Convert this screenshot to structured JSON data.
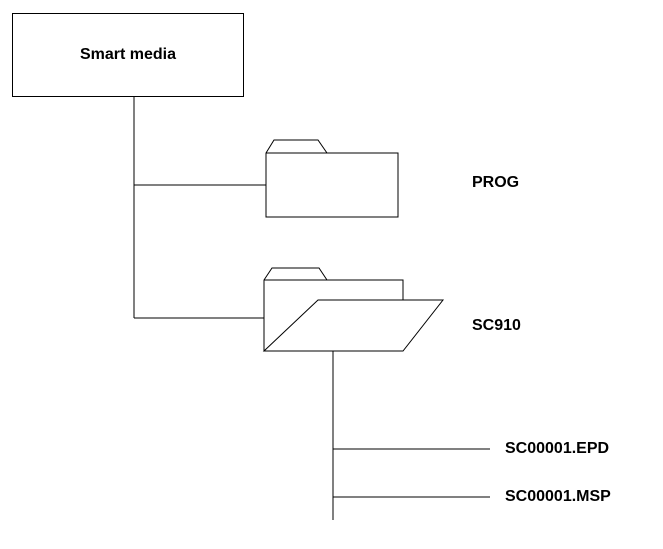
{
  "root": {
    "label": "Smart media"
  },
  "folders": [
    {
      "name": "PROG",
      "state": "closed"
    },
    {
      "name": "SC910",
      "state": "open"
    }
  ],
  "files": [
    {
      "name": "SC00001.EPD"
    },
    {
      "name": "SC00001.MSP"
    }
  ],
  "colors": {
    "line": "#000000",
    "background": "#ffffff"
  },
  "icons": {
    "closed_folder": "folder-closed-icon",
    "open_folder": "folder-open-icon"
  }
}
